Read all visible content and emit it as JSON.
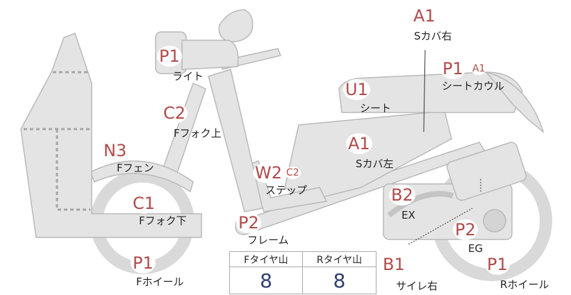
{
  "parts": [
    {
      "id": "light",
      "code": "P1",
      "label": "ライト"
    },
    {
      "id": "fork-upper",
      "code": "C2",
      "label": "Fフォク上"
    },
    {
      "id": "front-fender",
      "code": "N3",
      "label": "Fフェン"
    },
    {
      "id": "fork-lower",
      "code": "C1",
      "label": "Fフォク下"
    },
    {
      "id": "front-wheel",
      "code": "P1",
      "label": "Fホイール"
    },
    {
      "id": "frame",
      "code": "P2",
      "label": "フレーム"
    },
    {
      "id": "step",
      "code": "W2",
      "code2": "C2",
      "label": "ステップ"
    },
    {
      "id": "side-cover-left",
      "code": "A1",
      "label": "Sカバ左"
    },
    {
      "id": "seat",
      "code": "U1",
      "label": "シート"
    },
    {
      "id": "side-cover-right",
      "code": "A1",
      "label": "Sカバ右"
    },
    {
      "id": "seat-cowl",
      "code": "P1",
      "code2": "A1",
      "label": "シートカウル"
    },
    {
      "id": "exhaust",
      "code": "B2",
      "label": "EX"
    },
    {
      "id": "engine",
      "code": "P2",
      "label": "EG"
    },
    {
      "id": "muffler-right",
      "code": "B1",
      "label": "サイレ右"
    },
    {
      "id": "rear-wheel",
      "code": "P1",
      "label": "Rホイール"
    }
  ],
  "tread_table": {
    "front_header": "Fタイヤ山",
    "rear_header": "Rタイヤ山",
    "front_value": "8",
    "rear_value": "8"
  },
  "colors": {
    "code": "#b04a4a",
    "silhouette": "#e4e4e4",
    "outline": "#b9b9b9",
    "value": "#2f3f6e"
  }
}
